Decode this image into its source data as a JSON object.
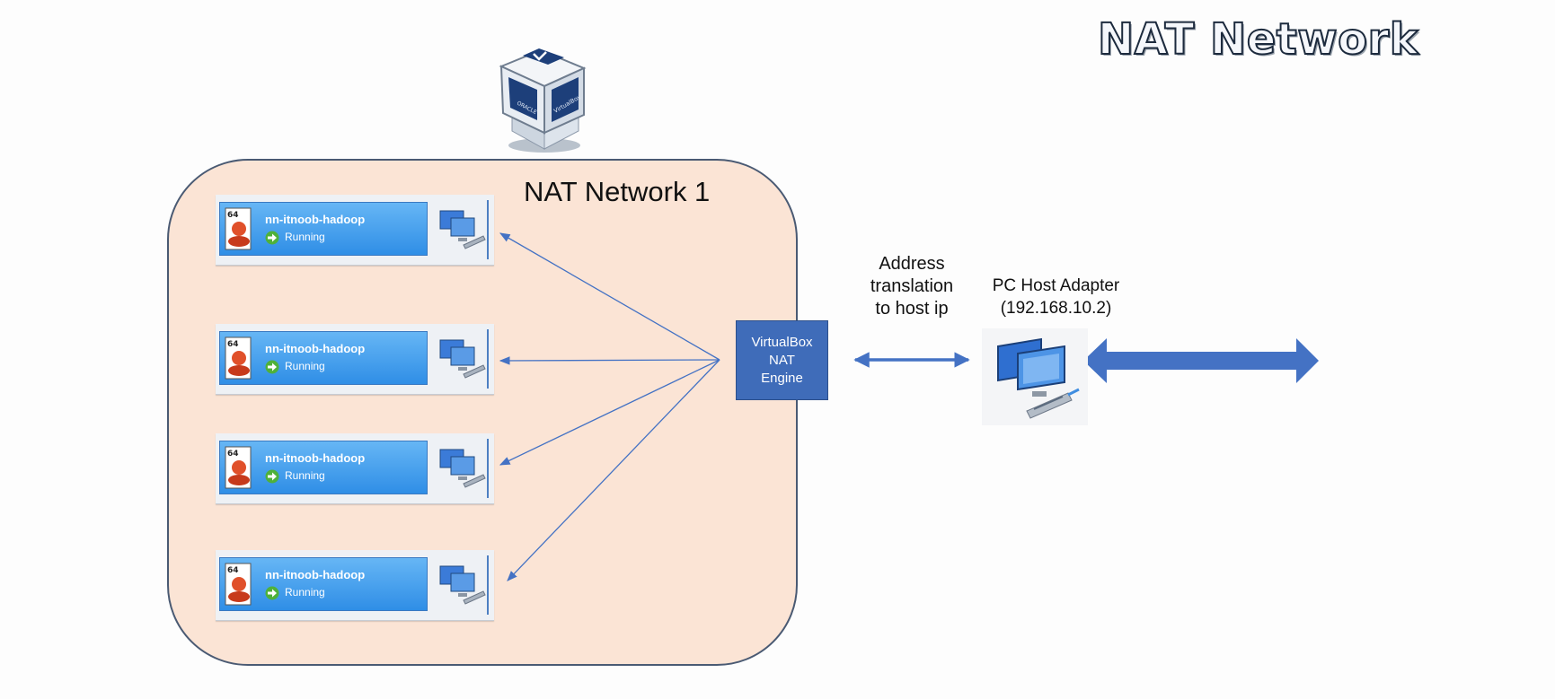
{
  "title": "NAT Network",
  "network": {
    "label": "NAT Network 1",
    "vms": [
      {
        "name": "nn-itnoob-hadoop",
        "status": "Running",
        "badge": "64"
      },
      {
        "name": "nn-itnoob-hadoop",
        "status": "Running",
        "badge": "64"
      },
      {
        "name": "nn-itnoob-hadoop",
        "status": "Running",
        "badge": "64"
      },
      {
        "name": "nn-itnoob-hadoop",
        "status": "Running",
        "badge": "64"
      }
    ]
  },
  "engine": {
    "line1": "VirtualBox",
    "line2": "NAT",
    "line3": "Engine"
  },
  "translation": {
    "line1": "Address",
    "line2": "translation",
    "line3": "to host ip"
  },
  "host": {
    "line1": "PC Host Adapter",
    "line2": "(192.168.10.2)"
  },
  "logo": {
    "text_front": "ORACLE",
    "text_side": "VirtualBox"
  },
  "colors": {
    "network_fill": "#fbe4d5",
    "network_border": "#4a5a73",
    "engine_fill": "#3f6cb9",
    "arrow": "#4472c4",
    "vm_bar": "#2f8ee6"
  },
  "icons": {
    "logo": "virtualbox-cube-icon",
    "vm": "vm-os-icon",
    "running": "running-arrow-icon",
    "network": "network-computers-icon",
    "host": "host-adapter-icon"
  }
}
